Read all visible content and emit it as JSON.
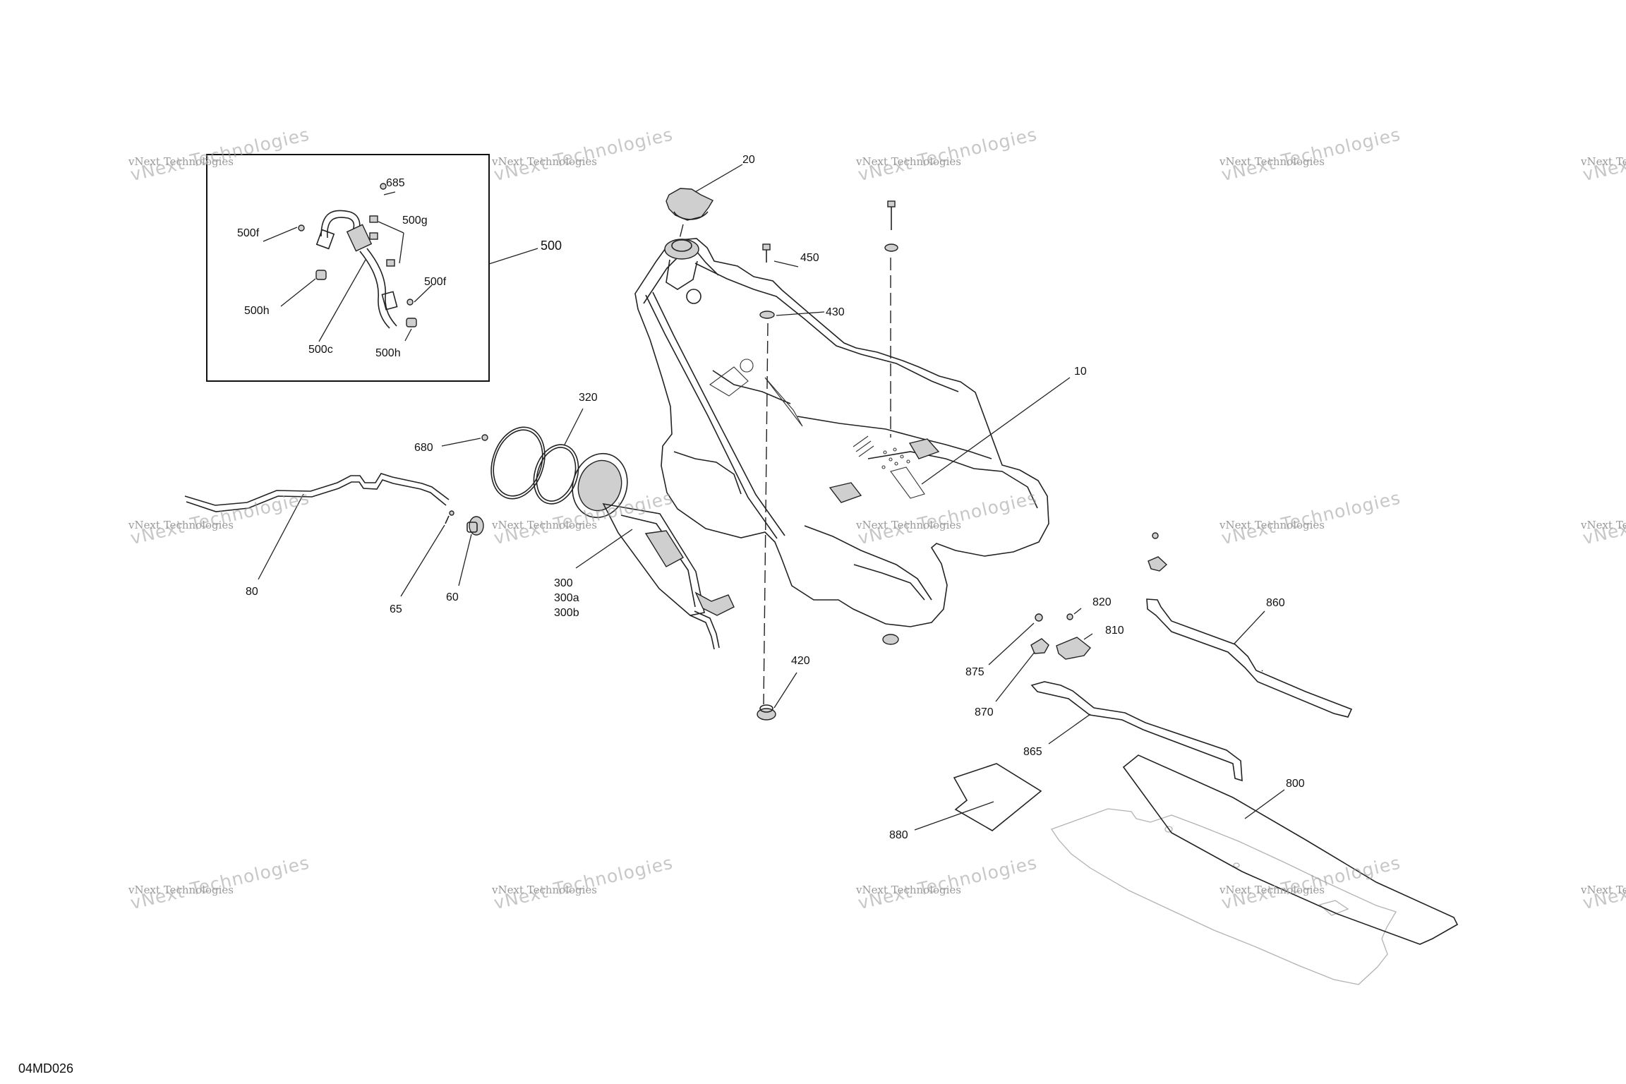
{
  "diagram_id": "04MD026",
  "watermark": {
    "line1": "vNext Technologies",
    "line2": "vNext Technologies"
  },
  "callouts": {
    "c10": "10",
    "c20": "20",
    "c60": "60",
    "c65": "65",
    "c80": "80",
    "c300": [
      "300",
      "300a",
      "300b"
    ],
    "c320": "320",
    "c420": "420",
    "c430": "430",
    "c450": "450",
    "c500": "500",
    "c500c": "500c",
    "c500f_a": "500f",
    "c500f_b": "500f",
    "c500g": "500g",
    "c500h_a": "500h",
    "c500h_b": "500h",
    "c680": "680",
    "c685": "685",
    "c800": "800",
    "c810": "810",
    "c820": "820",
    "c860": "860",
    "c865": "865",
    "c870": "870",
    "c875": "875",
    "c880": "880"
  }
}
